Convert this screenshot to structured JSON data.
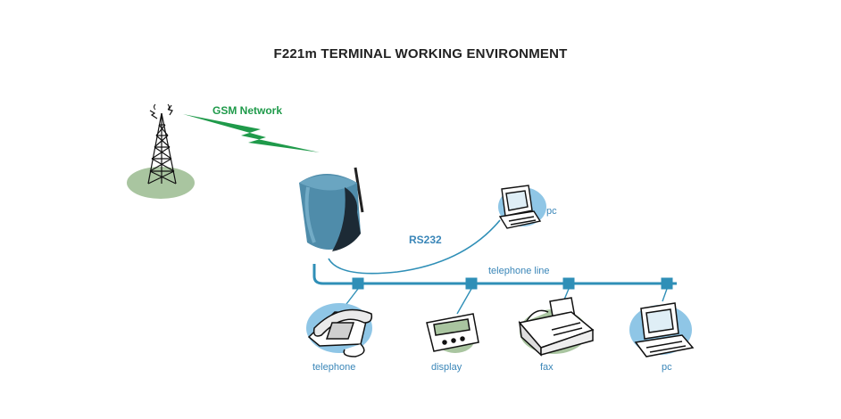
{
  "title": "F221m TERMINAL WORKING ENVIRONMENT",
  "network_label": "GSM Network",
  "link_label": "RS232",
  "line_label": "telephone line",
  "devices": {
    "pc_top": "pc",
    "telephone": "telephone",
    "display": "display",
    "fax": "fax",
    "pc_bottom": "pc"
  },
  "colors": {
    "line_blue": "#2f8fb7",
    "label_blue": "#3a86b8",
    "network_green": "#1f9a4a",
    "ground_green": "#a9c5a0",
    "blob_blue": "#8fc6e6"
  }
}
